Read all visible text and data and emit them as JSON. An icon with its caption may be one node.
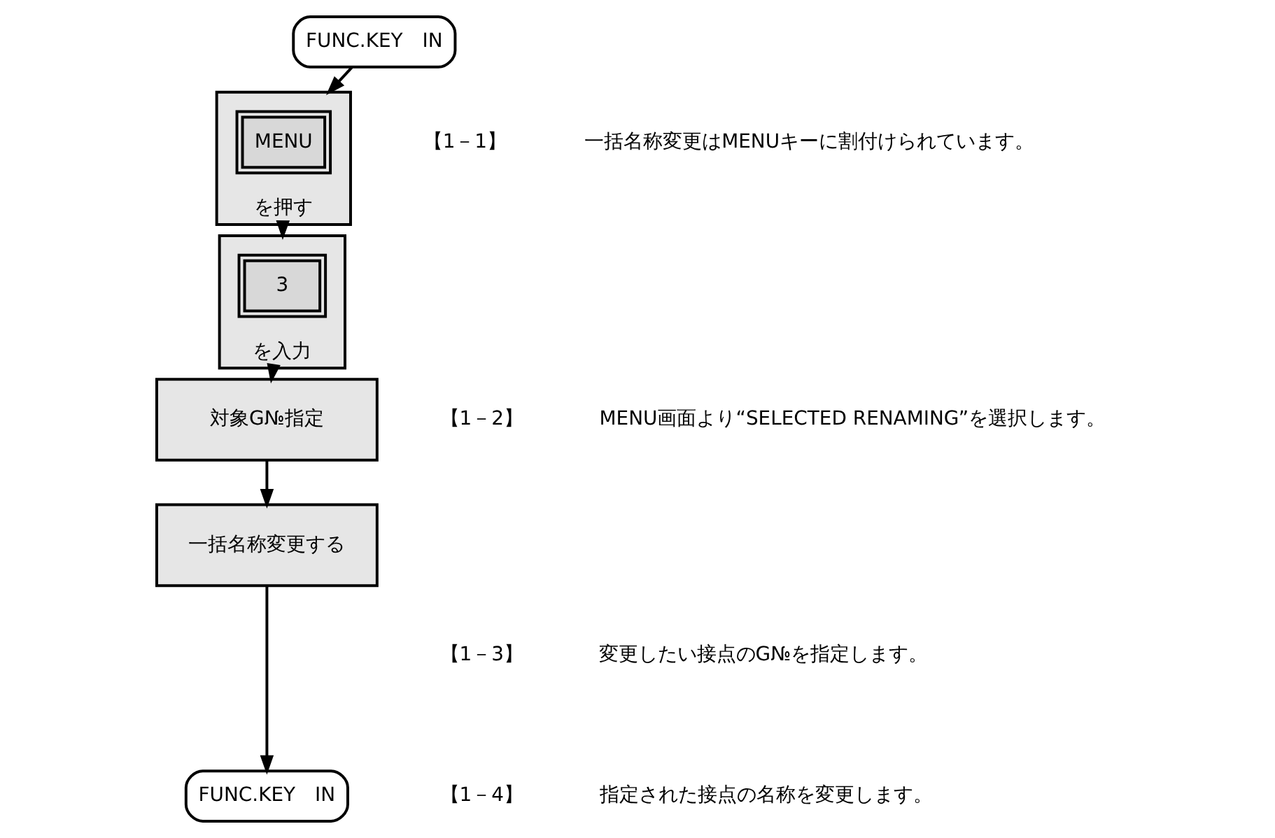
{
  "diagram": {
    "nodes": [
      {
        "text": [
          "FUNC.KEY　IN"
        ]
      },
      {
        "text": [
          "を押す"
        ]
      },
      {
        "text": [
          "MENU"
        ],
        "in": 1
      },
      {
        "text": [
          "を入力"
        ]
      },
      {
        "text": [
          "3"
        ],
        "in": 3
      },
      {
        "text": [
          "対象G№指定"
        ]
      },
      {
        "text": [
          "一括名称変更する"
        ]
      },
      {
        "text": [
          "FUNC.KEY　IN"
        ]
      }
    ],
    "edges": [
      {
        "from": 0,
        "to": 1,
        "arrow": "to"
      },
      {
        "from": 1,
        "to": 3,
        "arrow": "to"
      },
      {
        "from": 3,
        "to": 5,
        "arrow": "to"
      },
      {
        "from": 5,
        "to": 6,
        "arrow": "to"
      },
      {
        "from": 6,
        "to": 7,
        "arrow": "to"
      }
    ],
    "labels": [
      "【1－1】",
      "一括名称変更はMENUキーに割付けられています。",
      "【1－2】",
      "MENU画面より“SELECTED RENAMING”を選択します。",
      "【1－3】",
      "変更したい接点のG№を指定します。",
      "【1－4】",
      "指定された接点の名称を変更します。"
    ]
  }
}
